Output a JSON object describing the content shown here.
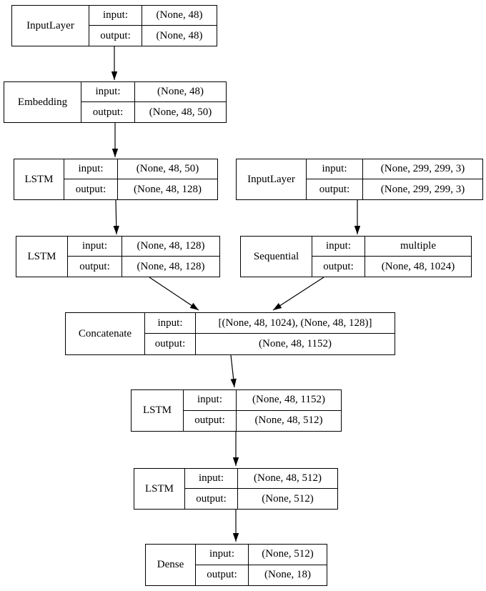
{
  "diagram": {
    "kind": "keras-model-architecture",
    "background_color": "#ffffff",
    "line_color": "#000000",
    "text_color": "#000000"
  },
  "labels": {
    "input": "input:",
    "output": "output:"
  },
  "nodes": [
    {
      "name": "InputLayer",
      "input": "(None, 48)",
      "output": "(None, 48)"
    },
    {
      "name": "Embedding",
      "input": "(None, 48)",
      "output": "(None, 48, 50)"
    },
    {
      "name": "LSTM",
      "input": "(None, 48, 50)",
      "output": "(None, 48, 128)"
    },
    {
      "name": "InputLayer",
      "input": "(None, 299, 299, 3)",
      "output": "(None, 299, 299, 3)"
    },
    {
      "name": "LSTM",
      "input": "(None, 48, 128)",
      "output": "(None, 48, 128)"
    },
    {
      "name": "Sequential",
      "input": "multiple",
      "output": "(None, 48, 1024)"
    },
    {
      "name": "Concatenate",
      "input": "[(None, 48, 1024), (None, 48, 128)]",
      "output": "(None, 48, 1152)"
    },
    {
      "name": "LSTM",
      "input": "(None, 48, 1152)",
      "output": "(None, 48, 512)"
    },
    {
      "name": "LSTM",
      "input": "(None, 48, 512)",
      "output": "(None, 512)"
    },
    {
      "name": "Dense",
      "input": "(None, 512)",
      "output": "(None, 18)"
    }
  ],
  "edges": [
    {
      "from": 0,
      "to": 1
    },
    {
      "from": 1,
      "to": 2
    },
    {
      "from": 2,
      "to": 4
    },
    {
      "from": 3,
      "to": 5
    },
    {
      "from": 4,
      "to": 6
    },
    {
      "from": 5,
      "to": 6
    },
    {
      "from": 6,
      "to": 7
    },
    {
      "from": 7,
      "to": 8
    },
    {
      "from": 8,
      "to": 9
    }
  ]
}
